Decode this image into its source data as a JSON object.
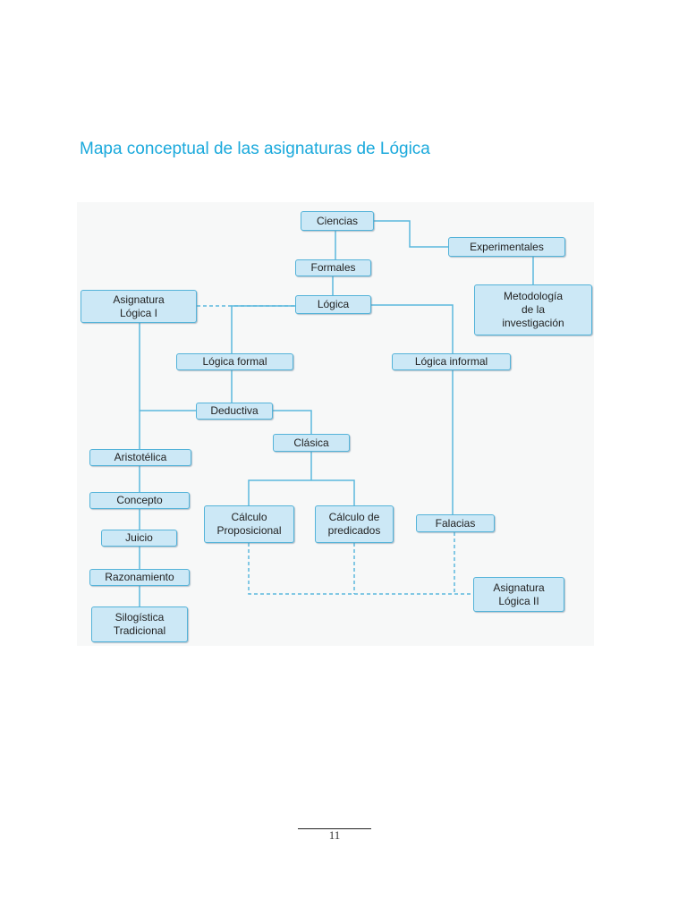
{
  "title": "Mapa conceptual de las asignaturas de Lógica",
  "diagram": {
    "line_color": "#5bb8dd",
    "node_fill": "#cce8f6",
    "nodes": {
      "ciencias": "Ciencias",
      "experimentales": "Experimentales",
      "formales": "Formales",
      "metodologia": "Metodología\nde la\ninvestigación",
      "asignatura_logica_1": "Asignatura\nLógica I",
      "logica": "Lógica",
      "logica_formal": "Lógica formal",
      "logica_informal": "Lógica informal",
      "deductiva": "Deductiva",
      "clasica": "Clásica",
      "aristotelica": "Aristotélica",
      "concepto": "Concepto",
      "juicio": "Juicio",
      "razonamiento": "Razonamiento",
      "silogistica": "Silogística\nTradicional",
      "calculo_proposicional": "Cálculo\nProposicional",
      "calculo_predicados": "Cálculo de\npredicados",
      "falacias": "Falacias",
      "asignatura_logica_2": "Asignatura\nLógica II"
    }
  },
  "page_number": "11"
}
